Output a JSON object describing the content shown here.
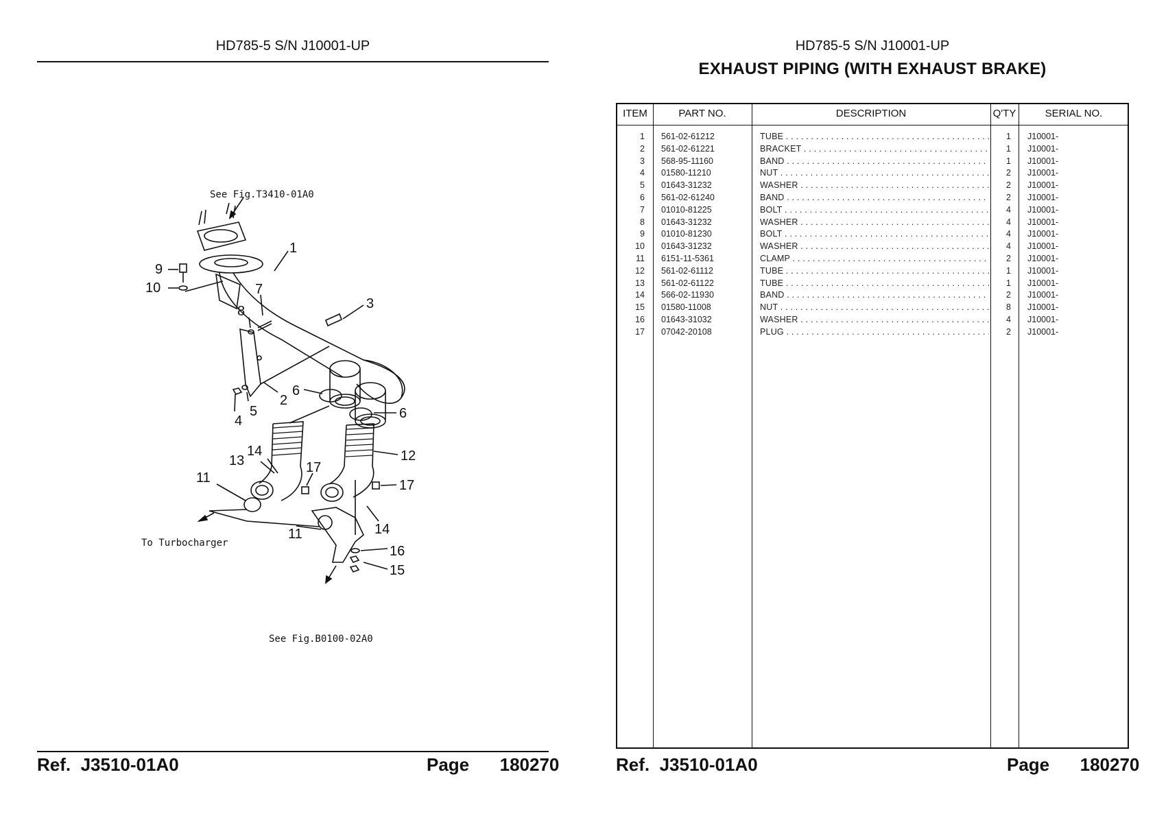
{
  "left_page": {
    "header": "HD785-5 S/N J10001-UP",
    "diagram": {
      "see_fig_top": "See Fig.T3410-01A0",
      "see_fig_bottom": "See Fig.B0100-02A0",
      "to_turbocharger": "To Turbocharger",
      "callouts": [
        "1",
        "2",
        "3",
        "4",
        "5",
        "6",
        "6",
        "7",
        "8",
        "9",
        "10",
        "11",
        "11",
        "12",
        "13",
        "14",
        "14",
        "15",
        "16",
        "17",
        "17"
      ]
    },
    "footer": {
      "ref_label": "Ref.",
      "ref": "J3510-01A0",
      "page_label": "Page",
      "page": "180270"
    }
  },
  "right_page": {
    "header": "HD785-5 S/N J10001-UP",
    "title": "EXHAUST PIPING (WITH EXHAUST BRAKE)",
    "table": {
      "headers": {
        "item": "ITEM",
        "part_no": "PART NO.",
        "description": "DESCRIPTION",
        "qty": "Q'TY",
        "serial": "SERIAL NO."
      },
      "rows": [
        {
          "item": "1",
          "part": "561-02-61212",
          "desc": "TUBE",
          "qty": "1",
          "serial": "J10001-"
        },
        {
          "item": "2",
          "part": "561-02-61221",
          "desc": "BRACKET",
          "qty": "1",
          "serial": "J10001-"
        },
        {
          "item": "3",
          "part": "568-95-11160",
          "desc": "BAND",
          "qty": "1",
          "serial": "J10001-"
        },
        {
          "item": "4",
          "part": "01580-11210",
          "desc": "NUT",
          "qty": "2",
          "serial": "J10001-"
        },
        {
          "item": "5",
          "part": "01643-31232",
          "desc": "WASHER",
          "qty": "2",
          "serial": "J10001-"
        },
        {
          "item": "6",
          "part": "561-02-61240",
          "desc": "BAND",
          "qty": "2",
          "serial": "J10001-"
        },
        {
          "item": "7",
          "part": "01010-81225",
          "desc": "BOLT",
          "qty": "4",
          "serial": "J10001-"
        },
        {
          "item": "8",
          "part": "01643-31232",
          "desc": "WASHER",
          "qty": "4",
          "serial": "J10001-"
        },
        {
          "item": "9",
          "part": "01010-81230",
          "desc": "BOLT",
          "qty": "4",
          "serial": "J10001-"
        },
        {
          "item": "10",
          "part": "01643-31232",
          "desc": "WASHER",
          "qty": "4",
          "serial": "J10001-"
        },
        {
          "item": "11",
          "part": "6151-11-5361",
          "desc": "CLAMP",
          "qty": "2",
          "serial": "J10001-"
        },
        {
          "item": "12",
          "part": "561-02-61112",
          "desc": "TUBE",
          "qty": "1",
          "serial": "J10001-"
        },
        {
          "item": "13",
          "part": "561-02-61122",
          "desc": "TUBE",
          "qty": "1",
          "serial": "J10001-"
        },
        {
          "item": "14",
          "part": "566-02-11930",
          "desc": "BAND",
          "qty": "2",
          "serial": "J10001-"
        },
        {
          "item": "15",
          "part": "01580-11008",
          "desc": "NUT",
          "qty": "8",
          "serial": "J10001-"
        },
        {
          "item": "16",
          "part": "01643-31032",
          "desc": "WASHER",
          "qty": "4",
          "serial": "J10001-"
        },
        {
          "item": "17",
          "part": "07042-20108",
          "desc": "PLUG",
          "qty": "2",
          "serial": "J10001-"
        }
      ]
    },
    "footer": {
      "ref_label": "Ref.",
      "ref": "J3510-01A0",
      "page_label": "Page",
      "page": "180270"
    }
  }
}
